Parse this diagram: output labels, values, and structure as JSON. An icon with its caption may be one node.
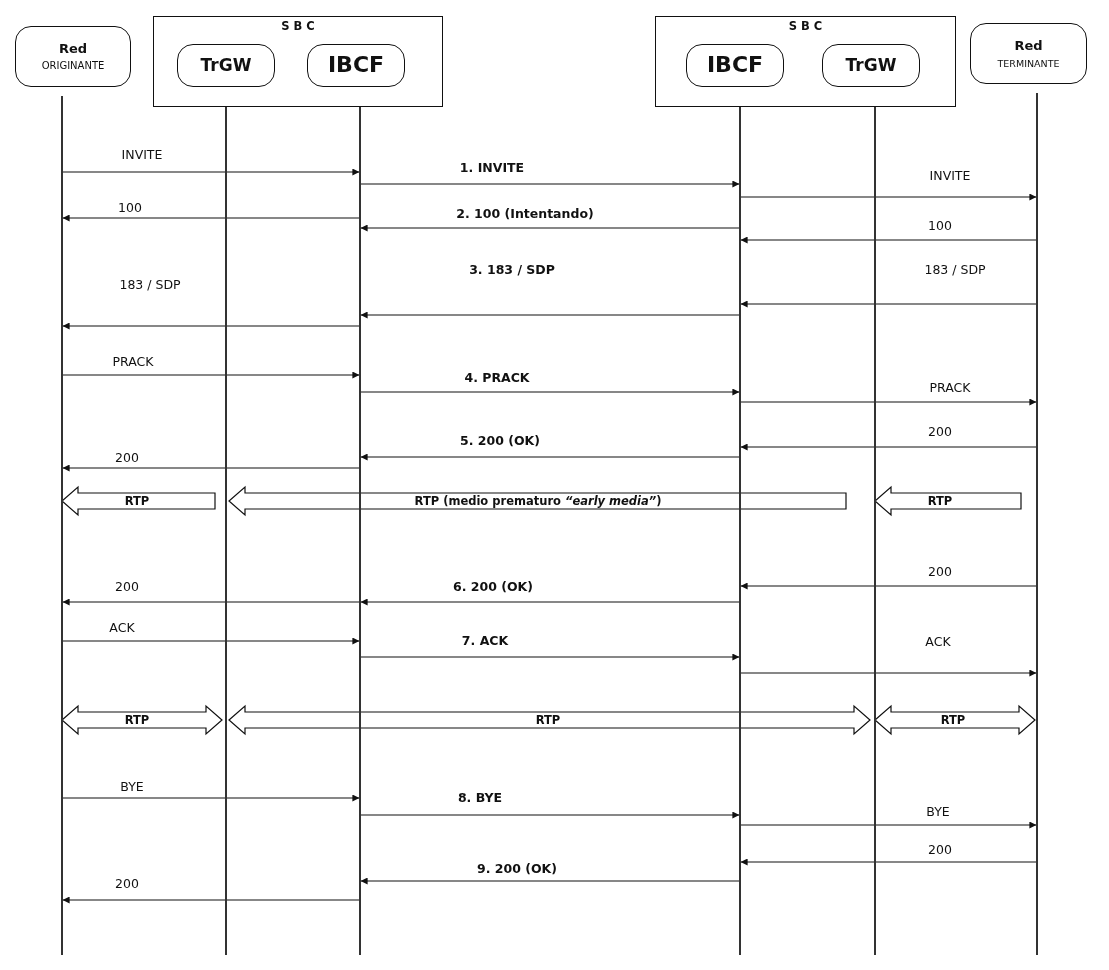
{
  "diagram": {
    "nodes": [
      {
        "text": [
          "Red",
          "ORIGINANTE"
        ]
      },
      {
        "text": [
          "S B C"
        ]
      },
      {
        "text": [
          "TrGW"
        ],
        "in": 1
      },
      {
        "text": [
          "IBCF"
        ],
        "in": 1
      },
      {
        "text": [
          "S B C"
        ]
      },
      {
        "text": [
          "IBCF"
        ],
        "in": 4
      },
      {
        "text": [
          "TrGW"
        ],
        "in": 4
      },
      {
        "text": [
          "Red",
          "TERMINANTE"
        ]
      },
      {
        "text": [],
        "shape": "bar"
      },
      {
        "text": [],
        "shape": "bar"
      },
      {
        "text": [],
        "shape": "bar"
      },
      {
        "text": [],
        "shape": "bar"
      },
      {
        "text": [],
        "shape": "bar"
      },
      {
        "text": [],
        "shape": "bar"
      }
    ],
    "edges": [
      {
        "from": 8,
        "to": 10,
        "arrow": "to",
        "label": "INVITE"
      },
      {
        "from": 10,
        "to": 11,
        "arrow": "to",
        "label": "1. INVITE"
      },
      {
        "from": 11,
        "to": 13,
        "arrow": "to",
        "label": "INVITE"
      },
      {
        "from": 10,
        "to": 8,
        "arrow": "to",
        "label": "100"
      },
      {
        "from": 11,
        "to": 10,
        "arrow": "to",
        "label": "2. 100 (Intentando)"
      },
      {
        "from": 13,
        "to": 11,
        "arrow": "to",
        "label": "100"
      },
      {
        "from": 10,
        "to": 8,
        "arrow": "to",
        "label": "183 / SDP"
      },
      {
        "from": 11,
        "to": 10,
        "arrow": "to",
        "label": "3. 183 / SDP"
      },
      {
        "from": 13,
        "to": 11,
        "arrow": "to",
        "label": "183 / SDP"
      },
      {
        "from": 8,
        "to": 10,
        "arrow": "to",
        "label": "PRACK"
      },
      {
        "from": 10,
        "to": 11,
        "arrow": "to",
        "label": "4. PRACK"
      },
      {
        "from": 11,
        "to": 13,
        "arrow": "to",
        "label": "PRACK"
      },
      {
        "from": 13,
        "to": 11,
        "arrow": "to",
        "label": "200"
      },
      {
        "from": 11,
        "to": 10,
        "arrow": "to",
        "label": "5. 200 (OK)"
      },
      {
        "from": 10,
        "to": 8,
        "arrow": "to",
        "label": "200"
      },
      {
        "from": 9,
        "to": 8,
        "arrow": "to",
        "label": "RTP",
        "style": "thick"
      },
      {
        "from": 12,
        "to": 9,
        "arrow": "to",
        "label": "RTP (medio prematuro *“early media”*)",
        "style": "thick"
      },
      {
        "from": 13,
        "to": 12,
        "arrow": "to",
        "label": "RTP",
        "style": "thick"
      },
      {
        "from": 13,
        "to": 11,
        "arrow": "to",
        "label": "200"
      },
      {
        "from": 11,
        "to": 10,
        "arrow": "to",
        "label": "6. 200 (OK)"
      },
      {
        "from": 10,
        "to": 8,
        "arrow": "to",
        "label": "200"
      },
      {
        "from": 8,
        "to": 10,
        "arrow": "to",
        "label": "ACK"
      },
      {
        "from": 10,
        "to": 11,
        "arrow": "to",
        "label": "7. ACK"
      },
      {
        "from": 11,
        "to": 13,
        "arrow": "to",
        "label": "ACK"
      },
      {
        "from": 8,
        "to": 9,
        "arrow": "both",
        "label": "RTP",
        "style": "thick"
      },
      {
        "from": 9,
        "to": 12,
        "arrow": "both",
        "label": "RTP",
        "style": "thick"
      },
      {
        "from": 12,
        "to": 13,
        "arrow": "both",
        "label": "RTP",
        "style": "thick"
      },
      {
        "from": 8,
        "to": 10,
        "arrow": "to",
        "label": "BYE"
      },
      {
        "from": 10,
        "to": 11,
        "arrow": "to",
        "label": "8. BYE"
      },
      {
        "from": 11,
        "to": 13,
        "arrow": "to",
        "label": "BYE"
      },
      {
        "from": 13,
        "to": 11,
        "arrow": "to",
        "label": "200"
      },
      {
        "from": 11,
        "to": 10,
        "arrow": "to",
        "label": "9. 200 (OK)"
      },
      {
        "from": 10,
        "to": 8,
        "arrow": "to",
        "label": "200"
      }
    ]
  }
}
